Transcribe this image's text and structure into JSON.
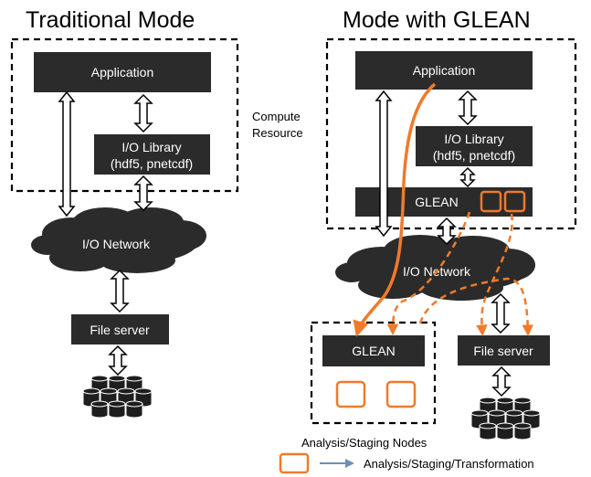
{
  "traditional": {
    "title": "Traditional Mode",
    "application": "Application",
    "io_library_line1": "I/O Library",
    "io_library_line2": "(hdf5, pnetcdf)",
    "io_network": "I/O Network",
    "file_server": "File server"
  },
  "compute_resource": {
    "line1": "Compute",
    "line2": "Resource"
  },
  "glean_mode": {
    "title": "Mode with GLEAN",
    "application": "Application",
    "io_library_line1": "I/O Library",
    "io_library_line2": "(hdf5, pnetcdf)",
    "glean": "GLEAN",
    "io_network": "I/O Network",
    "staging_glean": "GLEAN",
    "file_server": "File server"
  },
  "legend": {
    "nodes_label": "Analysis/Staging Nodes",
    "arrow_label": "Analysis/Staging/Transformation"
  },
  "colors": {
    "box": "#2b2b2b",
    "orange": "#f07a2a",
    "legend_arrow": "#6f8fb8"
  }
}
